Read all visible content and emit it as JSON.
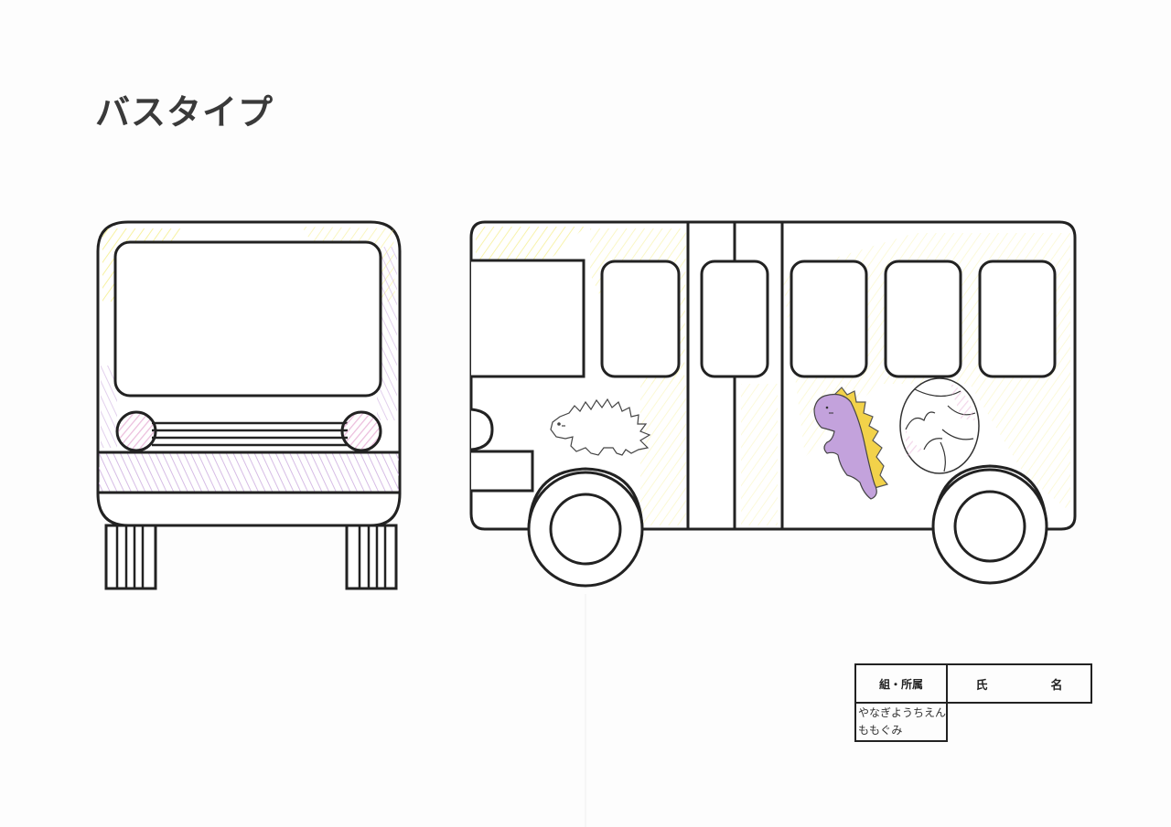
{
  "worksheet": {
    "title": "バスタイプ"
  },
  "name_table": {
    "group_header": "組・所属",
    "name_header": "氏　名",
    "group_line1": "やなぎようちえん",
    "group_line2": "ももぐみ",
    "name_value": ""
  },
  "colors": {
    "outline": "#222222",
    "crayon_yellow": "#f2ea6a",
    "crayon_purple": "#c9a6dd",
    "crayon_pink": "#e9b6d8"
  }
}
